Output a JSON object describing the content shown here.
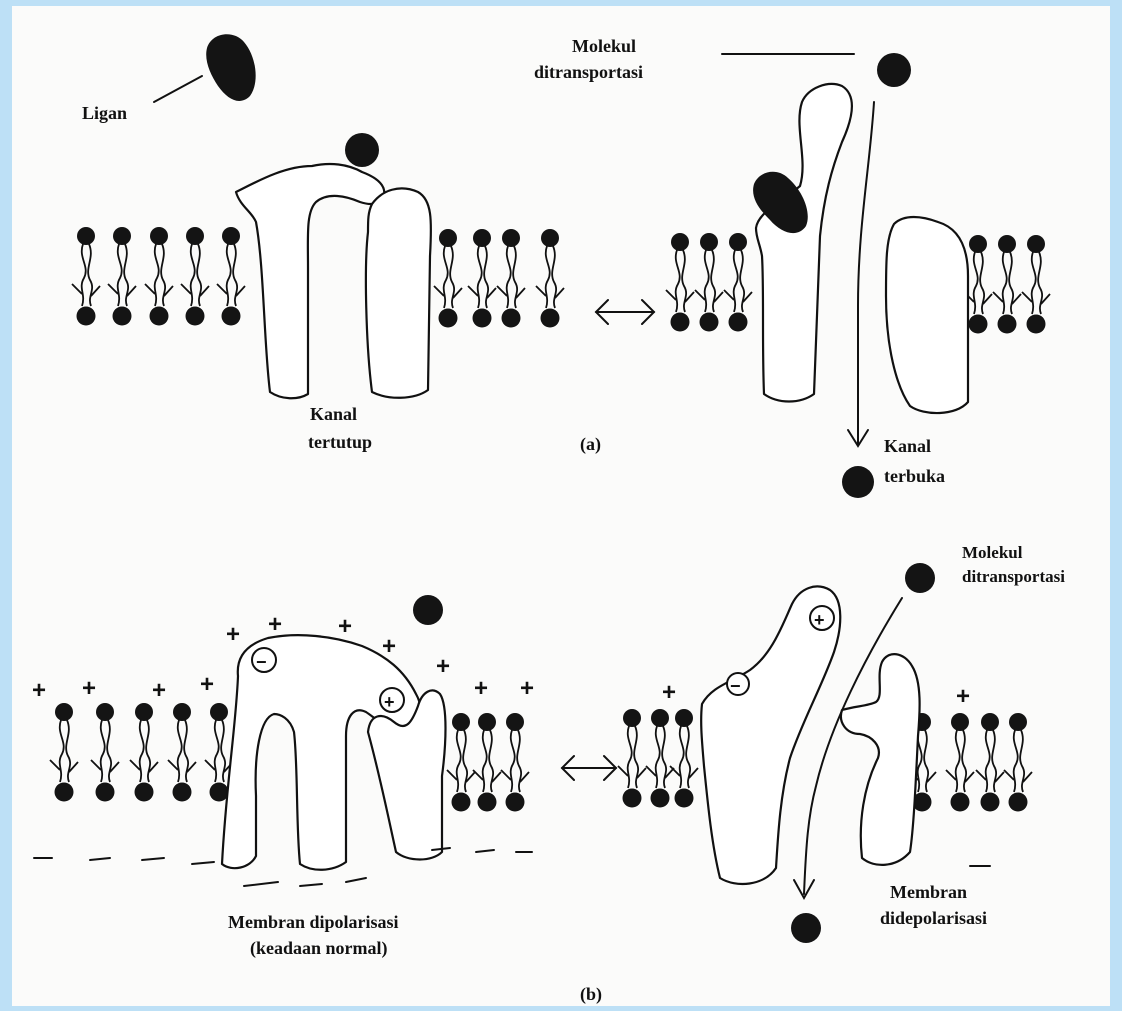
{
  "colors": {
    "frame": "#bde0f6",
    "paper": "#fbfbfa",
    "ink": "#141414"
  },
  "panel_a": {
    "ligand_label": "Ligan",
    "molecule_label_1": "Molekul",
    "molecule_label_2": "ditransportasi",
    "closed_label_1": "Kanal",
    "closed_label_2": "tertutup",
    "open_label_1": "Kanal",
    "open_label_2": "terbuka",
    "caption": "(a)"
  },
  "panel_b": {
    "molecule_label_1": "Molekul",
    "molecule_label_2": "ditransportasi",
    "polarized_label_1": "Membran dipolarisasi",
    "polarized_label_2": "(keadaan normal)",
    "depolarized_label_1": "Membran",
    "depolarized_label_2": "didepolarisasi",
    "caption": "(b)",
    "plus": "+",
    "minus": "−"
  },
  "icons": [
    "phospholipid-icon",
    "equilibrium-arrow-icon",
    "ligand-icon",
    "molecule-icon"
  ]
}
